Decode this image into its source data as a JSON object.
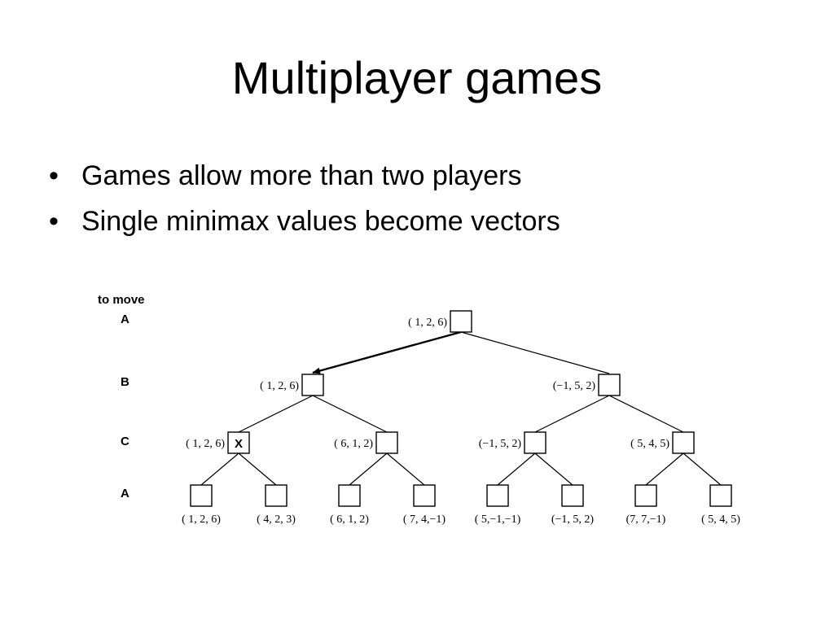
{
  "slide": {
    "title": "Multiplayer games",
    "bullets": [
      "Games allow more than two players",
      "Single minimax values become vectors"
    ]
  },
  "tree": {
    "header": "to move",
    "levels": [
      "A",
      "B",
      "C",
      "A"
    ],
    "root": {
      "value": "( 1, 2, 6)"
    },
    "level_b": [
      {
        "value": "( 1, 2, 6)"
      },
      {
        "value": "(−1, 5, 2)"
      }
    ],
    "level_c": [
      {
        "value": "( 1, 2, 6)",
        "mark": "X"
      },
      {
        "value": "( 6, 1, 2)"
      },
      {
        "value": "(−1, 5, 2)"
      },
      {
        "value": "( 5, 4, 5)"
      }
    ],
    "leaves": [
      "( 1, 2, 6)",
      "( 4, 2, 3)",
      "( 6, 1, 2)",
      "( 7, 4,−1)",
      "( 5,−1,−1)",
      "(−1, 5, 2)",
      "(7, 7,−1)",
      "( 5, 4, 5)"
    ]
  }
}
